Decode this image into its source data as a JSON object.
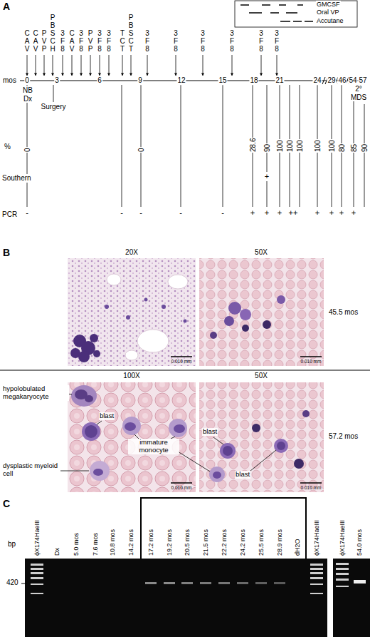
{
  "diagram": {
    "labels": [
      "A",
      "CAV",
      "CAV",
      "PVP",
      "PBSCH",
      "3F8",
      "CAV",
      "3F8",
      "PVP",
      "3F8",
      "3F8",
      "TCT",
      "PBSCT",
      "3F8",
      "3F8",
      "3F8",
      "3F8",
      "3F8",
      "3F8",
      "mos",
      "0",
      "3",
      "6",
      "9",
      "12",
      "15",
      "18",
      "21",
      "24",
      "29",
      "46",
      "54",
      "57",
      "NB Dx",
      "Surgery",
      "2° MDS",
      "%",
      "0",
      "0",
      "28.6",
      "90",
      "100",
      "100",
      "100",
      "100",
      "100",
      "80",
      "85",
      "90",
      "Southern",
      "+",
      "PCR",
      "-",
      "-",
      "-",
      "-",
      "-",
      "+",
      "+",
      "+",
      "++",
      "+",
      "+",
      "+",
      "+",
      "B",
      "20X",
      "50X",
      "45.5 mos",
      "100X",
      "50X",
      "57.2 mos",
      "hypolobulated megakaryocyte",
      "blast",
      "immature monocyte",
      "dysplastic myeloid cell",
      "blast",
      "blast",
      "0.010 mm",
      "0.010 mm",
      "0.010 mm",
      "0.010 mm",
      "C",
      "ϕX174HaeIII",
      "Dx",
      "5.0 mos",
      "7.6 mos",
      "10.8 mos",
      "14.2 mos",
      "17.2 mos",
      "19.2 mos",
      "20.5 mos",
      "21.5 mos",
      "22.2 mos",
      "24.2 mos",
      "25.5 mos",
      "28.9 mos",
      "dH2O",
      "ϕX174HaeIII",
      "ϕX174HaeIII",
      "54.0 mos",
      "bp",
      "420"
    ],
    "legend": [
      {
        "text": "GMCSF"
      },
      {
        "text": "Oral VP"
      },
      {
        "text": "Accutane"
      }
    ]
  }
}
